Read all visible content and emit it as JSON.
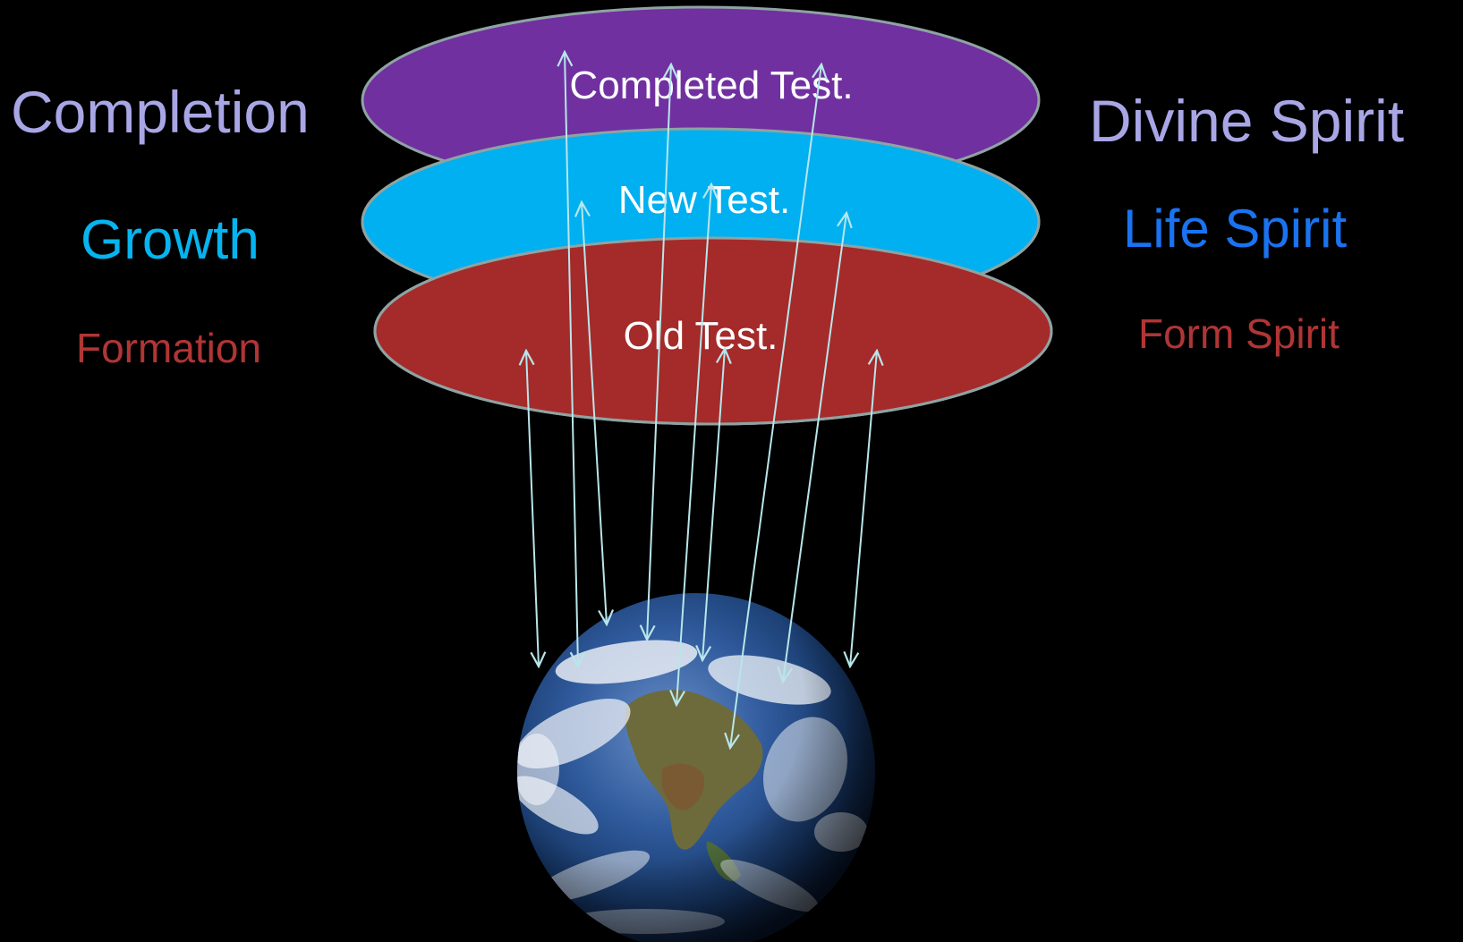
{
  "left_labels": {
    "completion": "Completion",
    "growth": "Growth",
    "formation": "Formation"
  },
  "right_labels": {
    "divine_spirit": "Divine Spirit",
    "life_spirit": "Life Spirit",
    "form_spirit": "Form Spirit"
  },
  "rings": {
    "completed": "Completed Test.",
    "new": "New Test.",
    "old": "Old Test."
  },
  "colors": {
    "background": "#000000",
    "completed_ring": "#7030a0",
    "new_ring": "#00b0f0",
    "old_ring": "#a52a2a",
    "ring_outline": "#8fa3a3",
    "arrow": "#b8e6ea",
    "completion_text": "#a9a6e6",
    "growth_text": "#06b4ef",
    "formation_text": "#b03535",
    "life_spirit_text": "#1a73f0"
  },
  "image": {
    "earth": "earth-globe"
  }
}
